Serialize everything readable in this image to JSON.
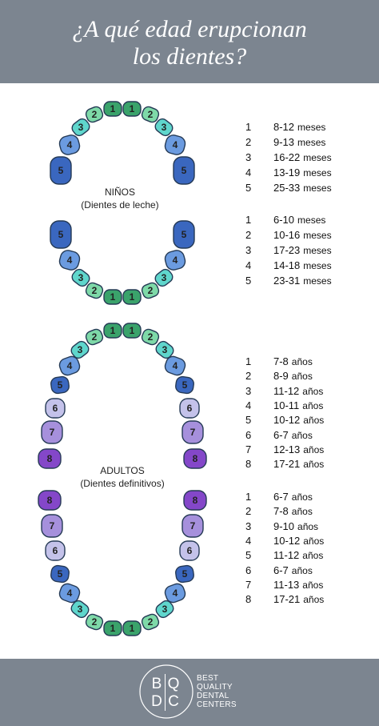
{
  "header": {
    "title_line1": "¿A qué edad erupcionan",
    "title_line2": "los dientes?"
  },
  "ninos": {
    "label": "NIÑOS",
    "sublabel": "(Dientes de leche)",
    "upper": [
      {
        "n": "1",
        "range": "8-12",
        "unit": "meses"
      },
      {
        "n": "2",
        "range": "9-13",
        "unit": "meses"
      },
      {
        "n": "3",
        "range": "16-22",
        "unit": "meses"
      },
      {
        "n": "4",
        "range": "13-19",
        "unit": "meses"
      },
      {
        "n": "5",
        "range": "25-33",
        "unit": "meses"
      }
    ],
    "lower": [
      {
        "n": "1",
        "range": "6-10",
        "unit": "meses"
      },
      {
        "n": "2",
        "range": "10-16",
        "unit": "meses"
      },
      {
        "n": "3",
        "range": "17-23",
        "unit": "meses"
      },
      {
        "n": "4",
        "range": "14-18",
        "unit": "meses"
      },
      {
        "n": "5",
        "range": "23-31",
        "unit": "meses"
      }
    ]
  },
  "adultos": {
    "label": "ADULTOS",
    "sublabel": "(Dientes definitivos)",
    "upper": [
      {
        "n": "1",
        "range": "7-8",
        "unit": "años"
      },
      {
        "n": "2",
        "range": "8-9",
        "unit": "años"
      },
      {
        "n": "3",
        "range": "11-12",
        "unit": "años"
      },
      {
        "n": "4",
        "range": "10-11",
        "unit": "años"
      },
      {
        "n": "5",
        "range": "10-12",
        "unit": "años"
      },
      {
        "n": "6",
        "range": "6-7",
        "unit": "años"
      },
      {
        "n": "7",
        "range": "12-13",
        "unit": "años"
      },
      {
        "n": "8",
        "range": "17-21",
        "unit": "años"
      }
    ],
    "lower": [
      {
        "n": "1",
        "range": "6-7",
        "unit": "años"
      },
      {
        "n": "2",
        "range": "7-8",
        "unit": "años"
      },
      {
        "n": "3",
        "range": "9-10",
        "unit": "años"
      },
      {
        "n": "4",
        "range": "10-12",
        "unit": "años"
      },
      {
        "n": "5",
        "range": "11-12",
        "unit": "años"
      },
      {
        "n": "6",
        "range": "6-7",
        "unit": "años"
      },
      {
        "n": "7",
        "range": "11-13",
        "unit": "años"
      },
      {
        "n": "8",
        "range": "17-21",
        "unit": "años"
      }
    ]
  },
  "tooth_colors": {
    "1": "#3aa36b",
    "2": "#7ed9a8",
    "3": "#5fd6cc",
    "4": "#6b9be0",
    "5": "#3a67bf",
    "6": "#c4c2ea",
    "7": "#a690dc",
    "8": "#8447c9"
  },
  "footer": {
    "logo_letters": [
      "B",
      "Q",
      "D",
      "C"
    ],
    "logo_lines": [
      "BEST",
      "QUALITY",
      "DENTAL",
      "CENTERS"
    ]
  }
}
